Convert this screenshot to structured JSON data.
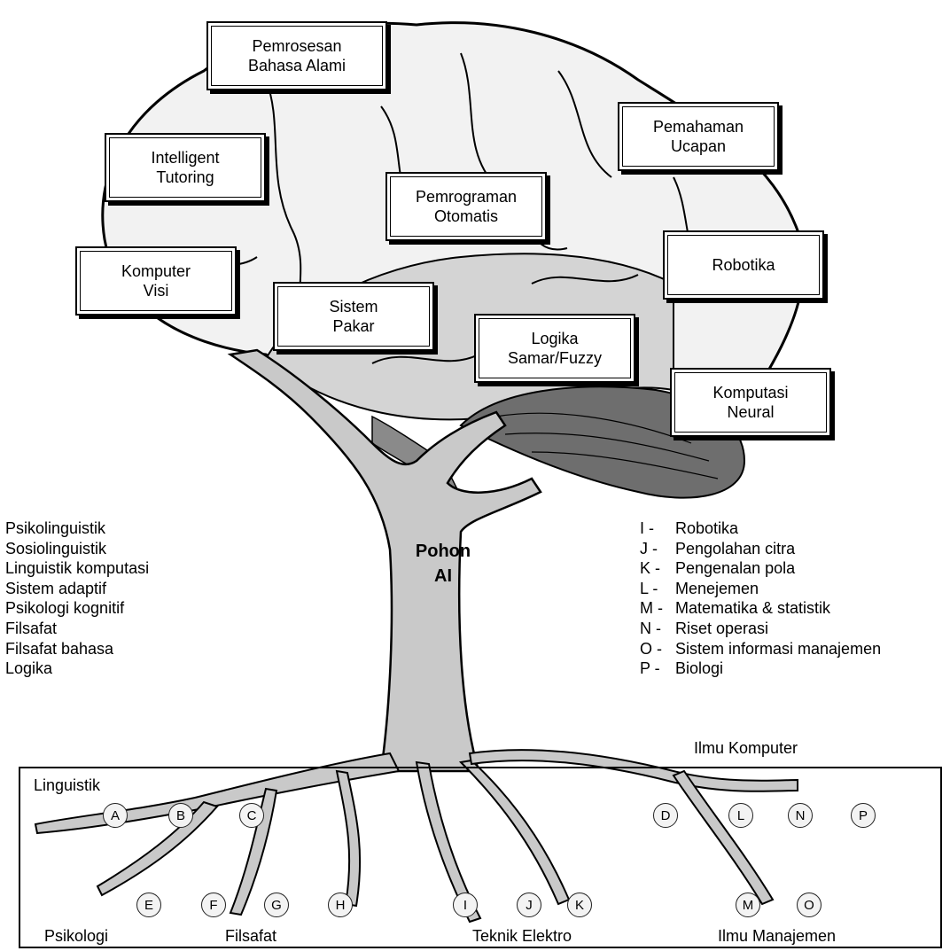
{
  "fields": [
    {
      "id": "pemrosesan",
      "text": "Pemrosesan\nBahasa Alami"
    },
    {
      "id": "intelligent",
      "text": "Intelligent\nTutoring"
    },
    {
      "id": "komputer_visi",
      "text": "Komputer\nVisi"
    },
    {
      "id": "pemrograman",
      "text": "Pemrograman\nOtomatis"
    },
    {
      "id": "sistem_pakar",
      "text": "Sistem\nPakar"
    },
    {
      "id": "logika_fuzzy",
      "text": "Logika\nSamar/Fuzzy"
    },
    {
      "id": "pemahaman",
      "text": "Pemahaman\nUcapan"
    },
    {
      "id": "robotika",
      "text": "Robotika"
    },
    {
      "id": "komputasi_neural",
      "text": "Komputasi\nNeural"
    }
  ],
  "trunk_label": "Pohon\nAI",
  "left_list": [
    "Psikolinguistik",
    "Sosiolinguistik",
    "Linguistik komputasi",
    "Sistem adaptif",
    "Psikologi kognitif",
    "Filsafat",
    "Filsafat bahasa",
    "Logika"
  ],
  "right_list": [
    {
      "code": "I -",
      "label": "Robotika"
    },
    {
      "code": "J -",
      "label": "Pengolahan citra"
    },
    {
      "code": "K -",
      "label": "Pengenalan pola"
    },
    {
      "code": "L -",
      "label": "Menejemen"
    },
    {
      "code": "M -",
      "label": "Matematika & statistik"
    },
    {
      "code": "N -",
      "label": "Riset operasi"
    },
    {
      "code": "O -",
      "label": "Sistem informasi  manajemen"
    },
    {
      "code": "P -",
      "label": "Biologi"
    }
  ],
  "root_nodes": [
    "A",
    "B",
    "C",
    "D",
    "L",
    "N",
    "P",
    "E",
    "F",
    "G",
    "H",
    "I",
    "J",
    "K",
    "M",
    "O"
  ],
  "root_labels": {
    "linguistik": "Linguistik",
    "psikologi": "Psikologi",
    "filsafat": "Filsafat",
    "teknik_elektro": "Teknik Elektro",
    "ilmu_manajemen": "Ilmu Manajemen",
    "ilmu_komputer": "Ilmu Komputer"
  },
  "colors": {
    "brain": "#f2f2f2",
    "brainstem": "#c8c8c8",
    "cerebellum": "#6e6e6e",
    "tree": "#c9c9c9",
    "ground": "#eeeeee"
  }
}
